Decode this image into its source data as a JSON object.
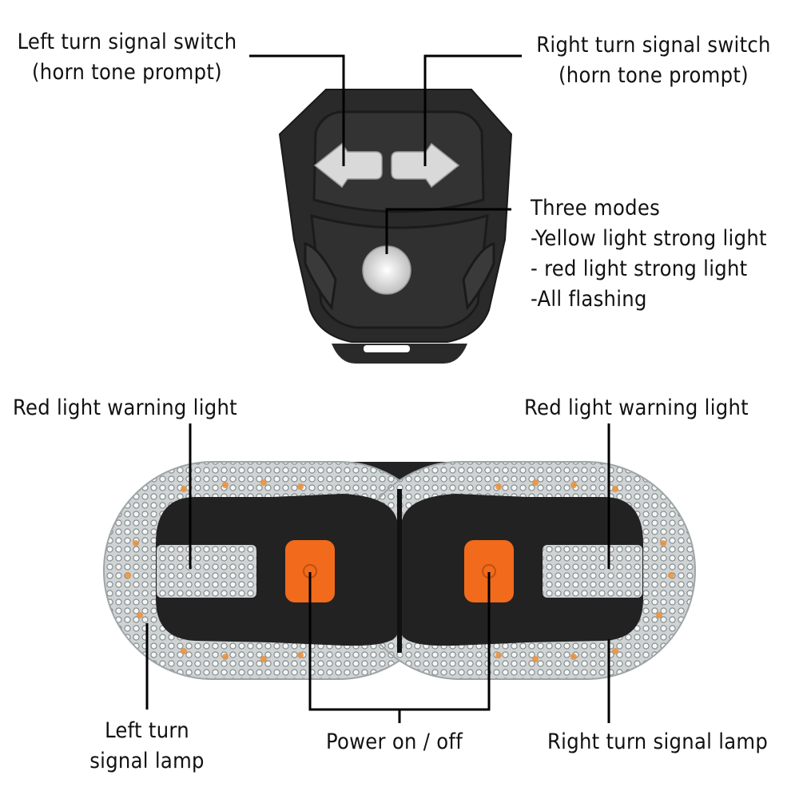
{
  "labels": {
    "left_switch": [
      "Left turn signal switch",
      "(horn tone prompt)"
    ],
    "right_switch": [
      "Right turn signal switch",
      "(horn tone prompt)"
    ],
    "modes": [
      "Three modes",
      "-Yellow light strong light",
      "- red light strong light",
      "-All flashing"
    ],
    "red_warning_left": "Red light warning light",
    "red_warning_right": "Red light warning light",
    "left_lamp": [
      "Left turn",
      "signal lamp"
    ],
    "power": "Power on / off",
    "right_lamp": "Right turn signal lamp"
  },
  "colors": {
    "remote_body": "#2a2a2a",
    "button_gray": "#d9d9d9",
    "lamp_body": "#1f1f1f",
    "power_button": "#f26a1b",
    "led_amber": "#e8913a",
    "lens_clear": "#e6e6e6"
  }
}
